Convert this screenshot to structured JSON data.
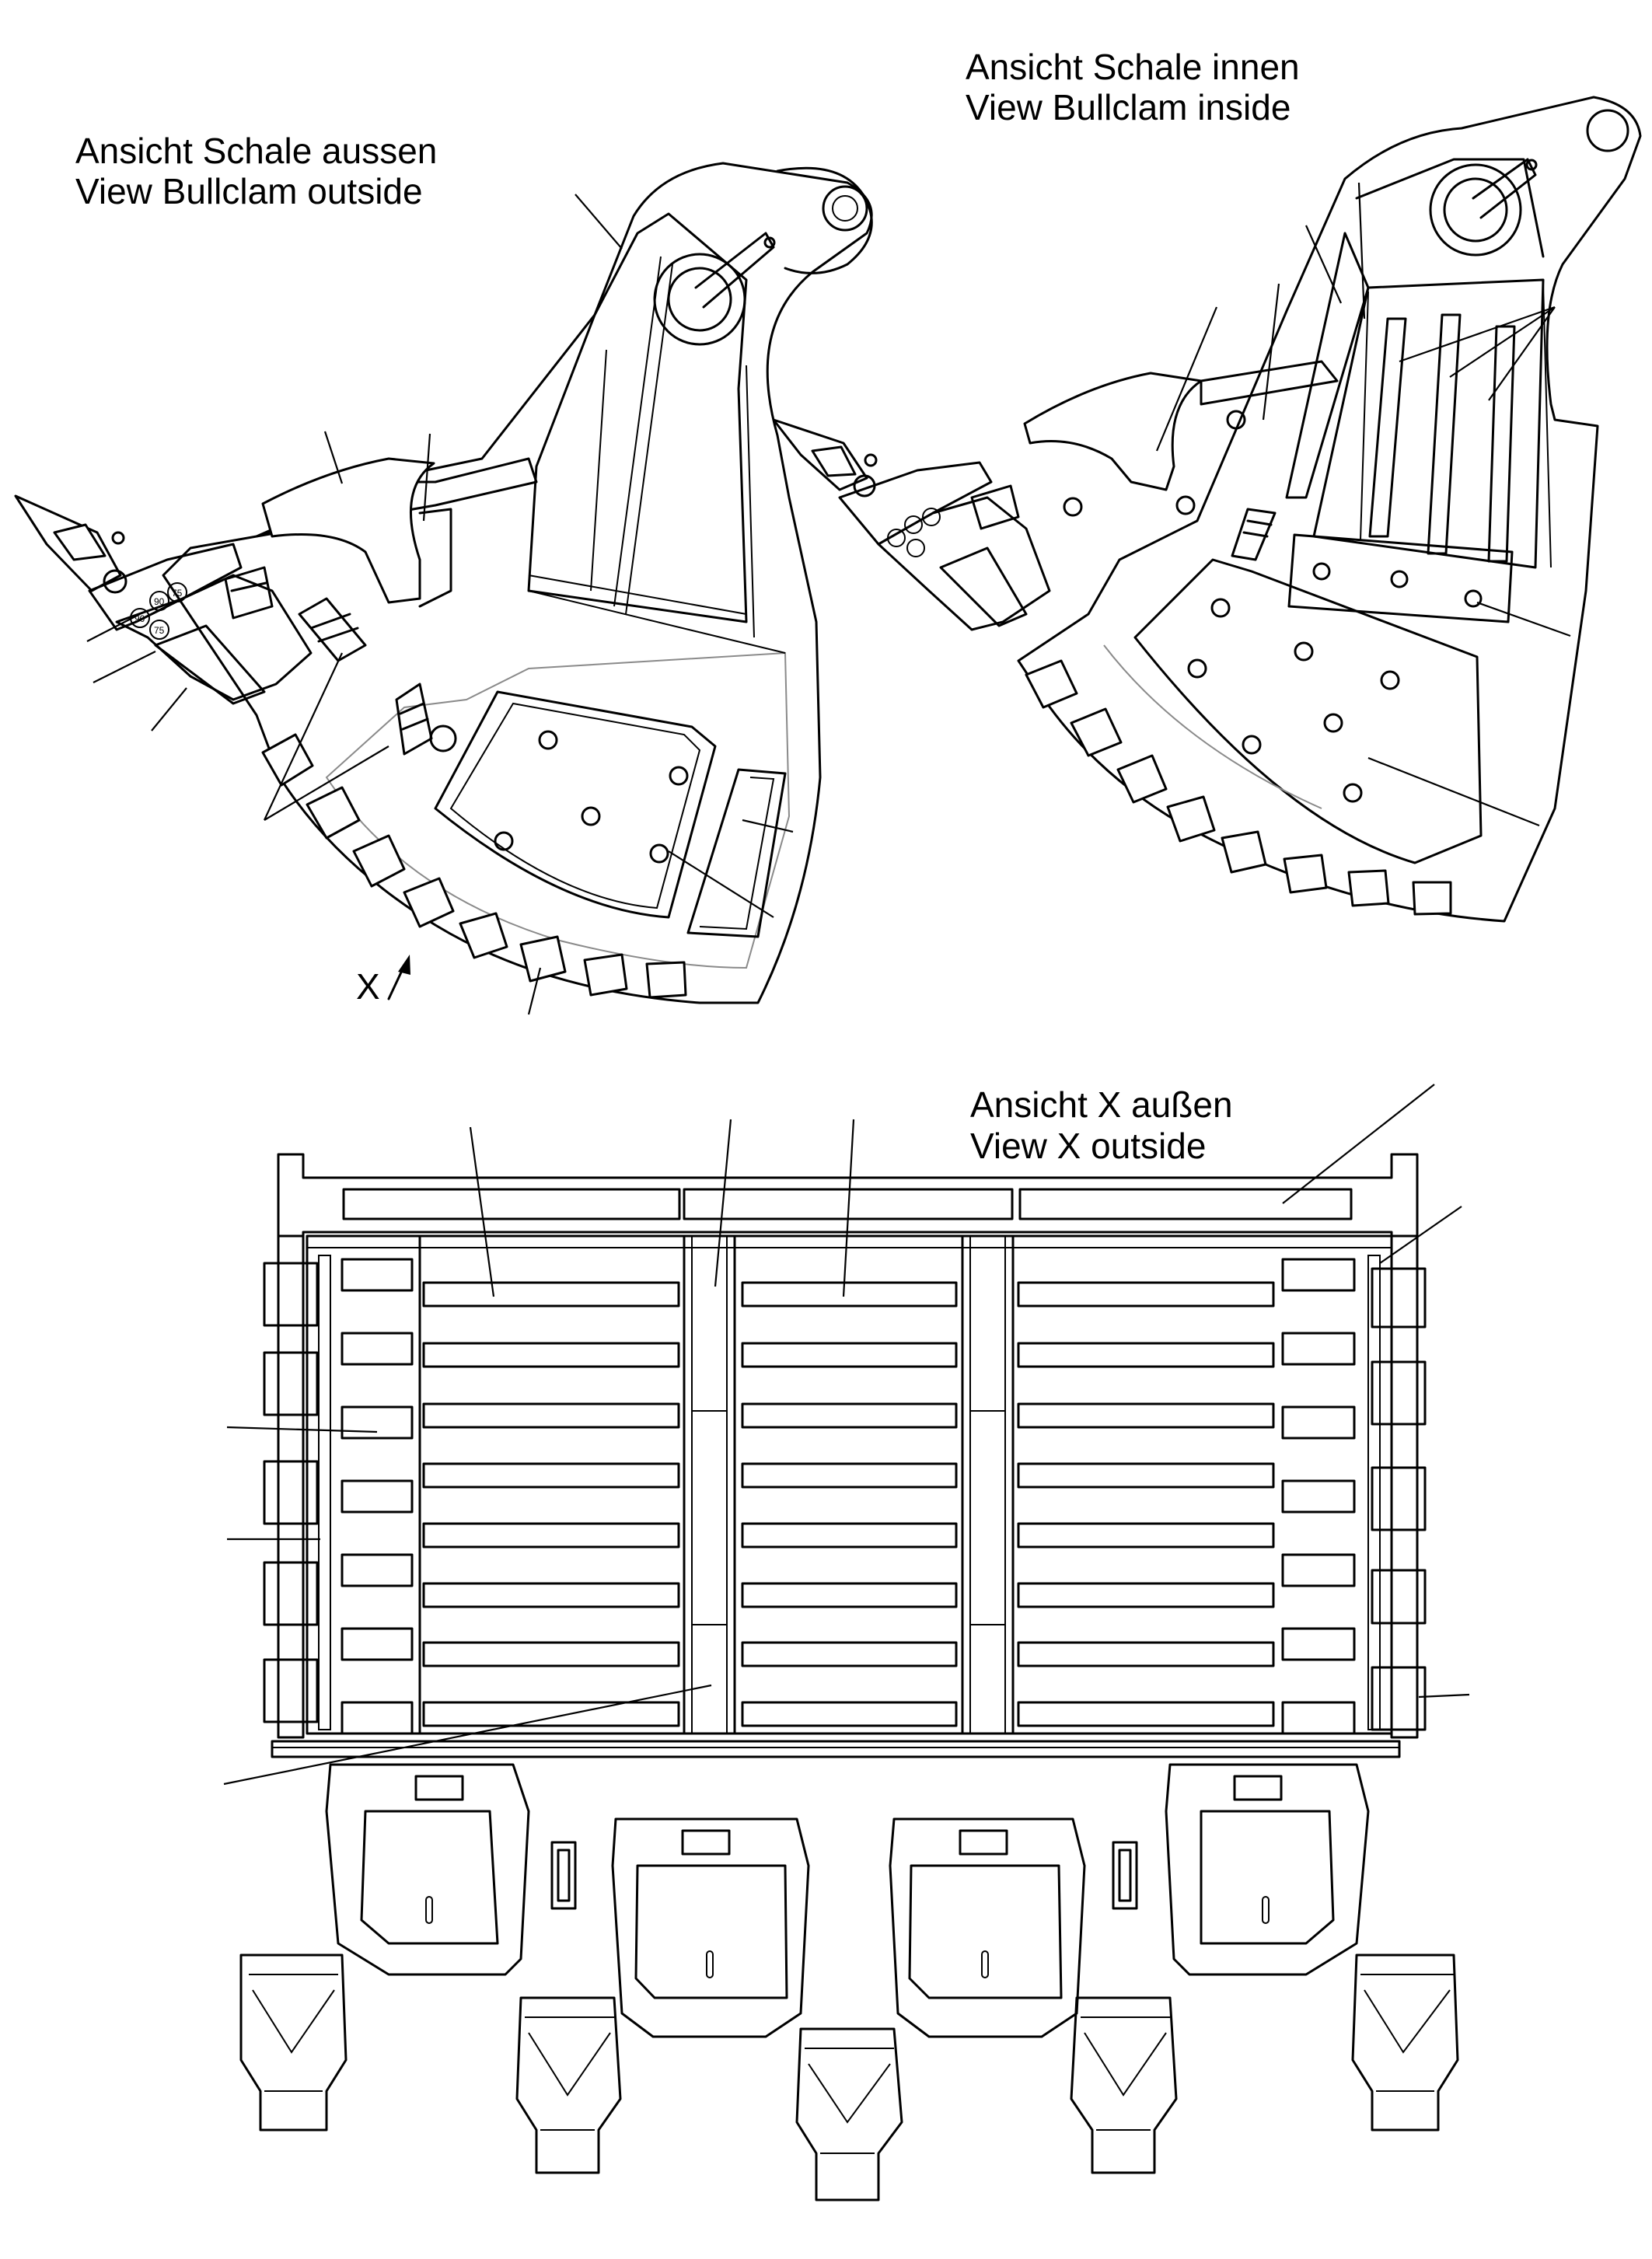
{
  "views": {
    "outside": {
      "title_de": "Ansicht Schale aussen",
      "title_en": "View Bullclam outside"
    },
    "inside": {
      "title_de": "Ansicht Schale innen",
      "title_en": "View Bullclam inside"
    },
    "view_x": {
      "title_de": "Ansicht X außen",
      "title_en": "View X outside"
    }
  },
  "direction_marker": "X",
  "wear_labels": [
    "90",
    "75",
    "90",
    "75"
  ]
}
